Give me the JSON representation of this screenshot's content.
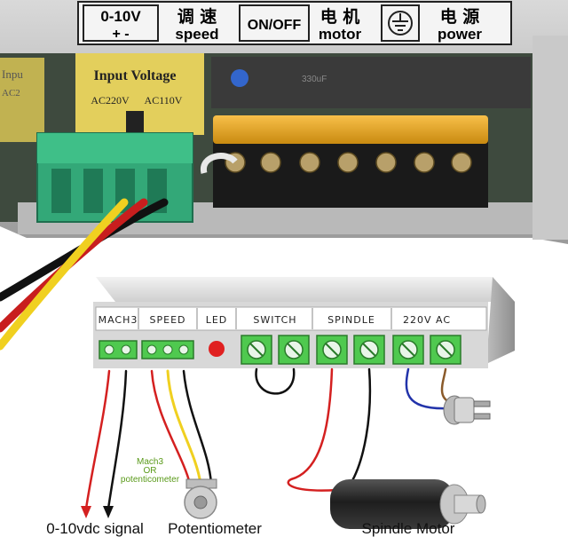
{
  "photo": {
    "label_strip": {
      "voltage_range": "0-10V",
      "plus_minus": "+ -",
      "speed_cn": "调 速",
      "speed_en": "speed",
      "onoff": "ON/OFF",
      "motor_cn": "电 机",
      "motor_en": "motor",
      "power_cn": "电 源",
      "power_en": "power"
    },
    "input_voltage_title": "Input Voltage",
    "ac220": "AC220V",
    "ac110": "AC110V",
    "capacitor_text": "330uF",
    "left_edge_text_1": "Inpu",
    "left_edge_text_2": "AC2"
  },
  "controller": {
    "sections": [
      "MACH3",
      "SPEED",
      "LED",
      "SWITCH",
      "SPINDLE",
      "220V AC"
    ]
  },
  "annotations": {
    "mach3_or_pot": [
      "Mach3",
      "OR",
      "potenticometer"
    ],
    "signal_label": "0-10vdc signal",
    "potentiometer_label": "Potentiometer",
    "spindle_label": "Spindle Motor"
  },
  "colors": {
    "terminal_green": "#4fc94f",
    "led_red": "#e02020",
    "wire_red": "#d42020",
    "wire_yellow": "#f0d020",
    "wire_black": "#111111",
    "wire_blue": "#2233aa",
    "wire_brown": "#8a5a2a",
    "annotation_green": "#5a9a1a"
  }
}
